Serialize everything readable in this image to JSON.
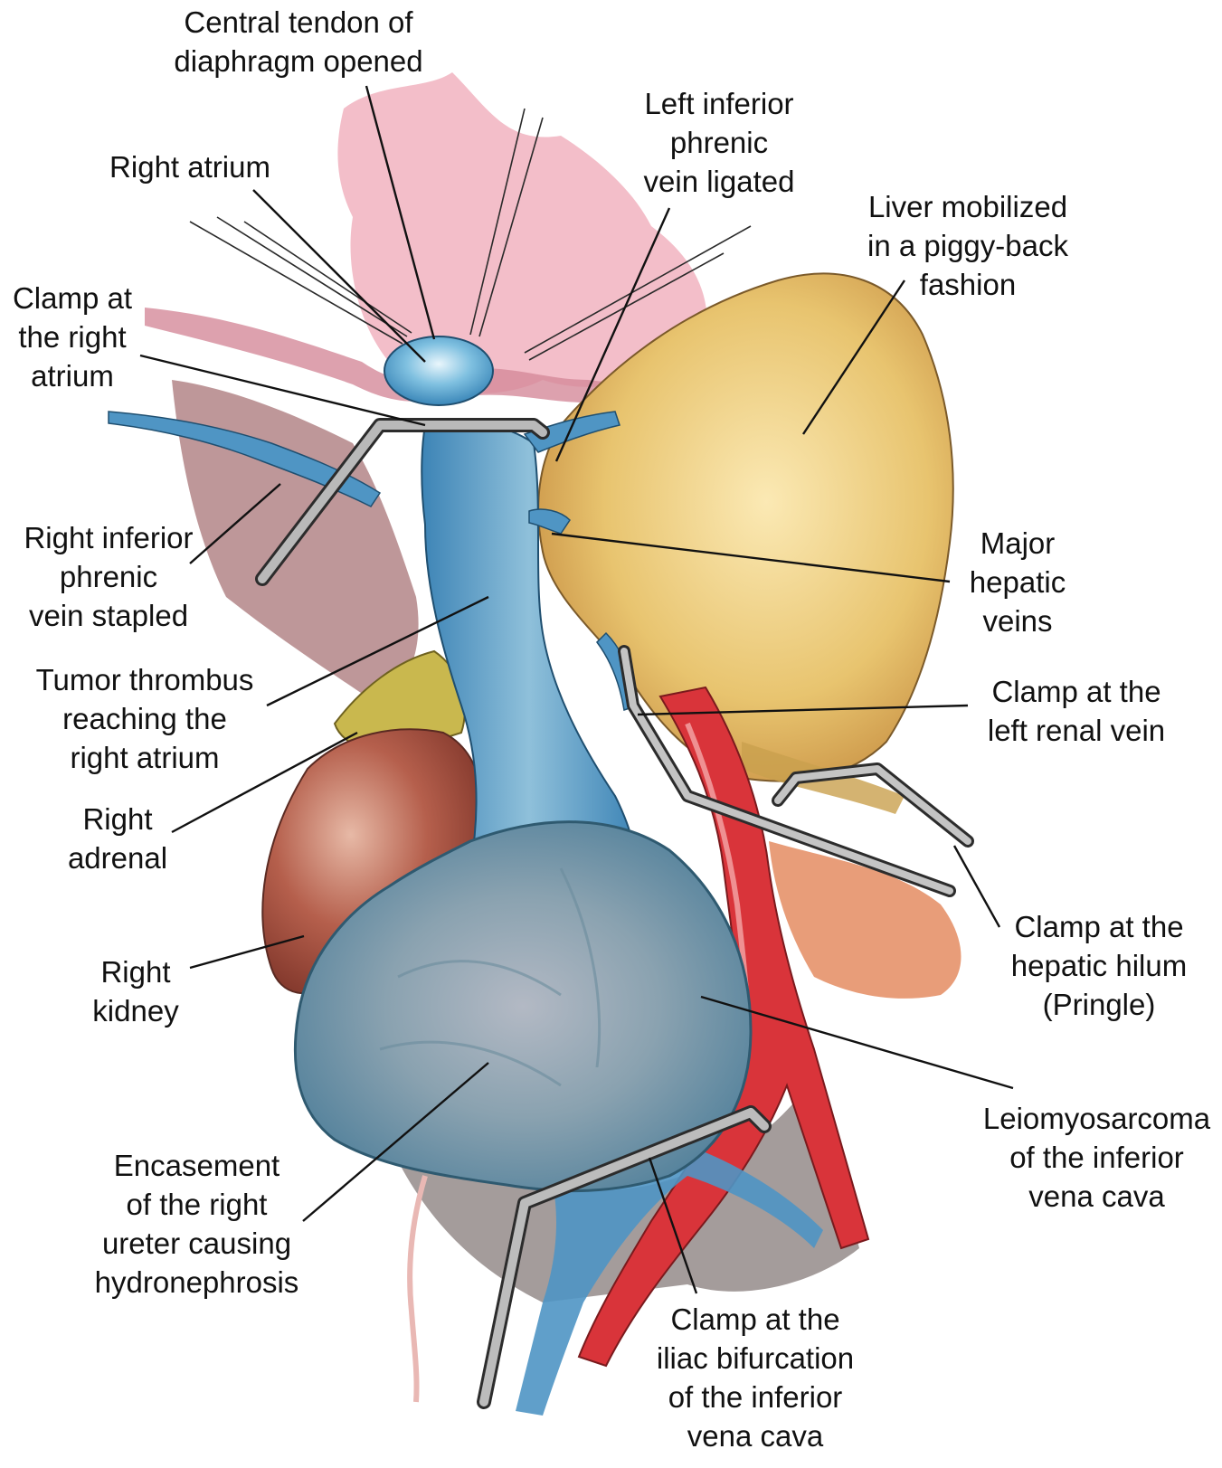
{
  "labels": {
    "central_tendon": [
      "Central tendon of",
      "diaphragm opened"
    ],
    "right_atrium": [
      "Right atrium"
    ],
    "left_phrenic": [
      "Left inferior",
      "phrenic",
      "vein ligated"
    ],
    "liver": [
      "Liver mobilized",
      "in a piggy-back",
      "fashion"
    ],
    "clamp_atrium": [
      "Clamp at",
      "the right",
      "atrium"
    ],
    "right_phrenic": [
      "Right inferior",
      "phrenic",
      "vein stapled"
    ],
    "major_hepatic": [
      "Major",
      "hepatic",
      "veins"
    ],
    "tumor_thrombus": [
      "Tumor thrombus",
      "reaching the",
      "right atrium"
    ],
    "clamp_renal": [
      "Clamp at the",
      "left renal vein"
    ],
    "right_adrenal": [
      "Right",
      "adrenal"
    ],
    "clamp_hilum": [
      "Clamp at the",
      "hepatic hilum",
      "(Pringle)"
    ],
    "right_kidney": [
      "Right",
      "kidney"
    ],
    "leiomyosarcoma": [
      "Leiomyosarcoma",
      "of the inferior",
      "vena cava"
    ],
    "encasement": [
      "Encasement",
      "of the right",
      "ureter causing",
      "hydronephrosis"
    ],
    "clamp_iliac": [
      "Clamp at the",
      "iliac bifurcation",
      "of the inferior",
      "vena cava"
    ]
  },
  "colors": {
    "vena_cava_blue": "#4f95c4",
    "aorta_red": "#d9343a",
    "liver_yellow": "#e8c46f",
    "kidney_brown": "#a5483a",
    "diaphragm_pink": "#f1b3c0",
    "muscle_mauve": "#b07a88",
    "clamp_gray": "#8d8d8d",
    "leader_line": "#111111"
  }
}
